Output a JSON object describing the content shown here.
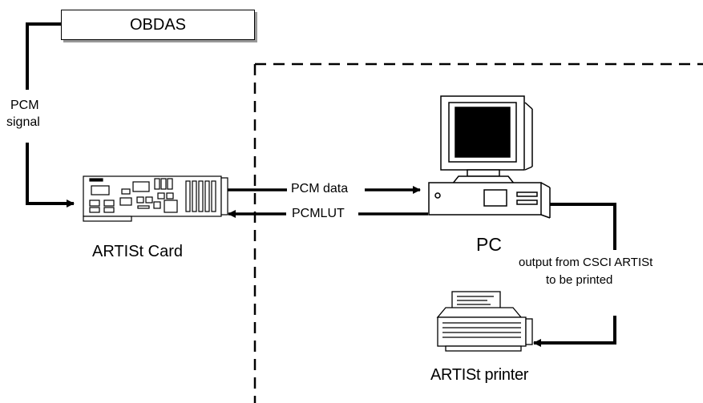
{
  "diagram": {
    "obdas": "OBDAS",
    "pcm_signal_line1": "PCM",
    "pcm_signal_line2": "signal",
    "pcm_data": "PCM data",
    "pcmlut": "PCMLUT",
    "artist_card": "ARTISt Card",
    "pc": "PC",
    "output_line1": "output from CSCI ARTISt",
    "output_line2": "to be printed",
    "artist_printer": "ARTISt printer"
  }
}
